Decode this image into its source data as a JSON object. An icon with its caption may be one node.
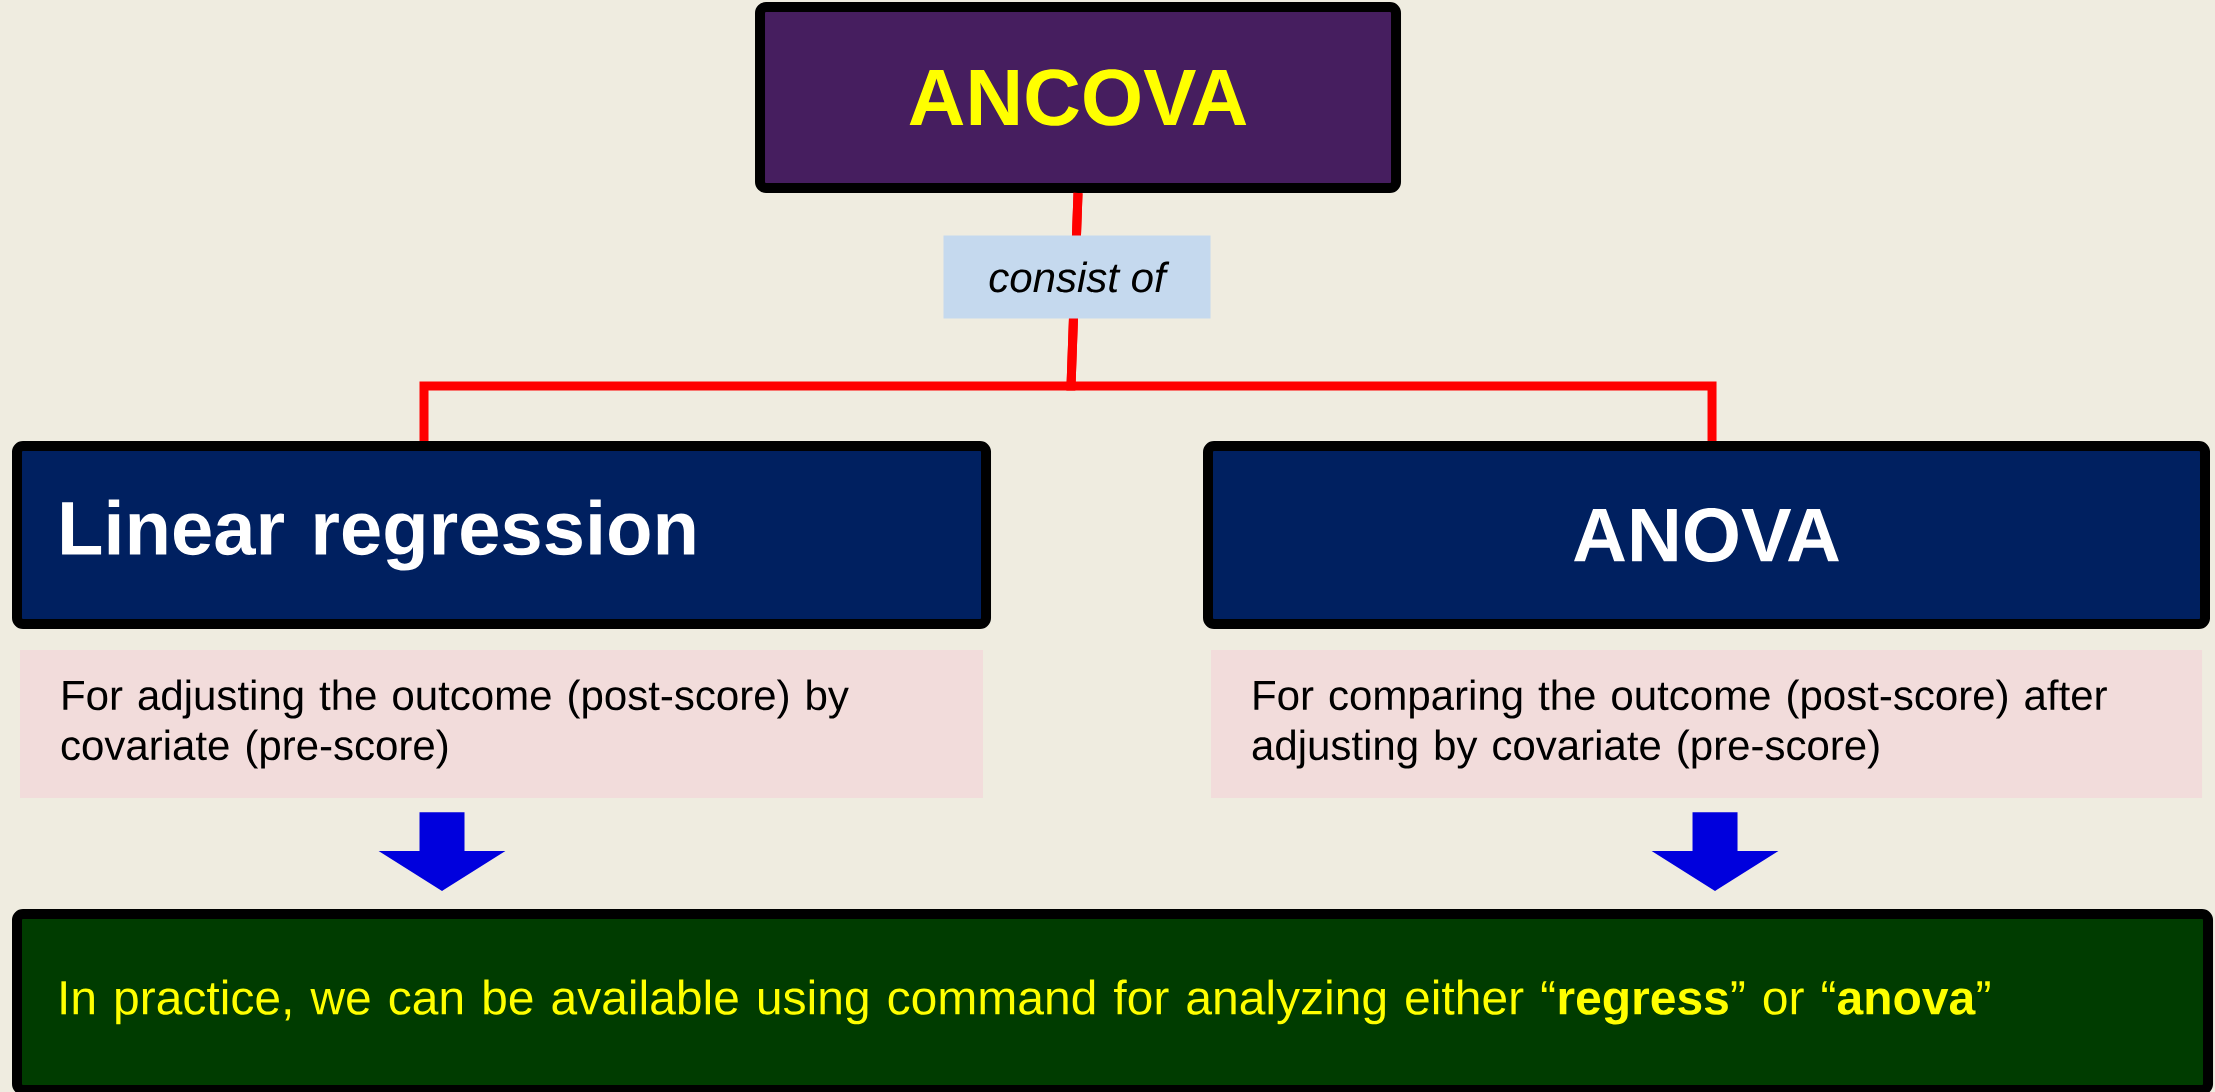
{
  "diagram": {
    "nodes": [
      {
        "text": [
          "ANCOVA"
        ]
      },
      {
        "text": [
          "Linear regression"
        ]
      },
      {
        "text": [
          "ANOVA"
        ]
      },
      {
        "text": [
          "For adjusting the outcome (post-score) by covariate (pre-score)"
        ]
      },
      {
        "text": [
          "For comparing the outcome (post-score) after adjusting by covariate (pre-score)"
        ]
      },
      {
        "text": [
          "In practice, we can be available using command for analyzing either “**regress**” or “**anova**”"
        ]
      }
    ],
    "edges": [
      {
        "from": 0,
        "to": 1,
        "arrow": "none",
        "label": "consist of",
        "color": "#ff0000"
      },
      {
        "from": 0,
        "to": 2,
        "arrow": "none",
        "color": "#ff0000"
      },
      {
        "from": 3,
        "to": 5,
        "arrow": "to",
        "style": "thick",
        "color": "#0000dd"
      },
      {
        "from": 4,
        "to": 5,
        "arrow": "to",
        "style": "thick",
        "color": "#0000dd"
      }
    ]
  }
}
